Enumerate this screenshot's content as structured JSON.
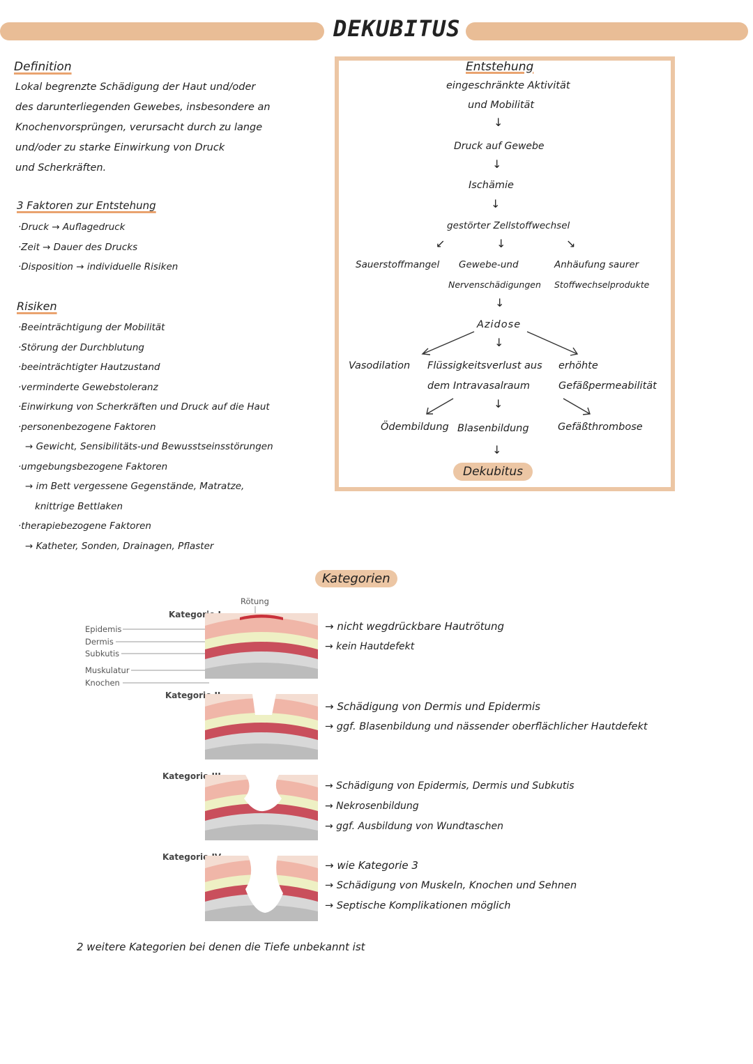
{
  "title": "DEKUBITUS",
  "definition": {
    "heading": "Definition",
    "lines": [
      "Lokal begrenzte Schädigung der Haut und/oder",
      "des darunterliegenden Gewebes, insbesondere an",
      "Knochenvorsprüngen, verursacht durch zu lange",
      "und/oder zu starke Einwirkung von Druck",
      "und Scherkräften."
    ]
  },
  "faktoren": {
    "heading": "3 Faktoren zur Entstehung",
    "items": [
      "·Druck → Auflagedruck",
      "·Zeit → Dauer des Drucks",
      "·Disposition → individuelle Risiken"
    ]
  },
  "risiken": {
    "heading": "Risiken",
    "items": [
      "·Beeinträchtigung der Mobilität",
      "·Störung der Durchblutung",
      "·beeinträchtigter Hautzustand",
      "·verminderte Gewebstoleranz",
      "·Einwirkung von Scherkräften und Druck auf die Haut",
      "·personenbezogene Faktoren",
      "→ Gewicht, Sensibilitäts-und Bewusstseinsstörungen",
      "·umgebungsbezogene Faktoren",
      "→ im Bett vergessene Gegenstände, Matratze,",
      "knittrige Bettlaken",
      "·therapiebezogene Faktoren",
      "→ Katheter, Sonden, Drainagen, Pflaster"
    ]
  },
  "entstehung": {
    "heading": "Entstehung",
    "n1a": "eingeschränkte Aktivität",
    "n1b": "und Mobilität",
    "n2": "Druck auf Gewebe",
    "n3": "Ischämie",
    "n4": "gestörter Zellstoffwechsel",
    "n5l": "Sauerstoffmangel",
    "n5m_a": "Gewebe-und",
    "n5m_b": "Nervenschädigungen",
    "n5r_a": "Anhäufung saurer",
    "n5r_b": "Stoffwechselprodukte",
    "n6": "Azidose",
    "n7l": "Vasodilation",
    "n7m_a": "Flüssigkeitsverlust aus",
    "n7m_b": "dem Intravasalraum",
    "n7r_a": "erhöhte",
    "n7r_b": "Gefäßpermeabilität",
    "n8l": "Ödembildung",
    "n8m": "Blasenbildung",
    "n8r": "Gefäßthrombose",
    "result": "Dekubitus"
  },
  "kategorien": {
    "heading": "Kategorien",
    "diagram_labels": {
      "rotung": "Rötung",
      "epidermis": "Epidemis",
      "dermis": "Dermis",
      "subkutis": "Subkutis",
      "muskulatur": "Muskulatur",
      "knochen": "Knochen"
    },
    "items": [
      {
        "label": "Kategorie I",
        "lines": [
          "→ nicht wegdrückbare Hautrötung",
          "→ kein Hautdefekt"
        ]
      },
      {
        "label": "Kategorie II",
        "lines": [
          "→ Schädigung von Dermis und Epidermis",
          "→ ggf. Blasenbildung und nässender oberflächlicher Hautdefekt"
        ]
      },
      {
        "label": "Kategorie III",
        "lines": [
          "→ Schädigung von Epidermis, Dermis und Subkutis",
          "→ Nekrosenbildung",
          "→ ggf. Ausbildung von Wundtaschen"
        ]
      },
      {
        "label": "Kategorie IV",
        "lines": [
          "→ wie Kategorie 3",
          "→ Schädigung von Muskeln, Knochen und Sehnen",
          "→ Septische Komplikationen möglich"
        ]
      }
    ],
    "footer": "2 weitere Kategorien bei denen die Tiefe unbekannt ist"
  },
  "colors": {
    "accent": "#e9bd96",
    "box_border": "#ecc6a4",
    "skin_red": "#c94f5c",
    "fat": "#eef0c4",
    "bone": "#cfcfcf"
  }
}
